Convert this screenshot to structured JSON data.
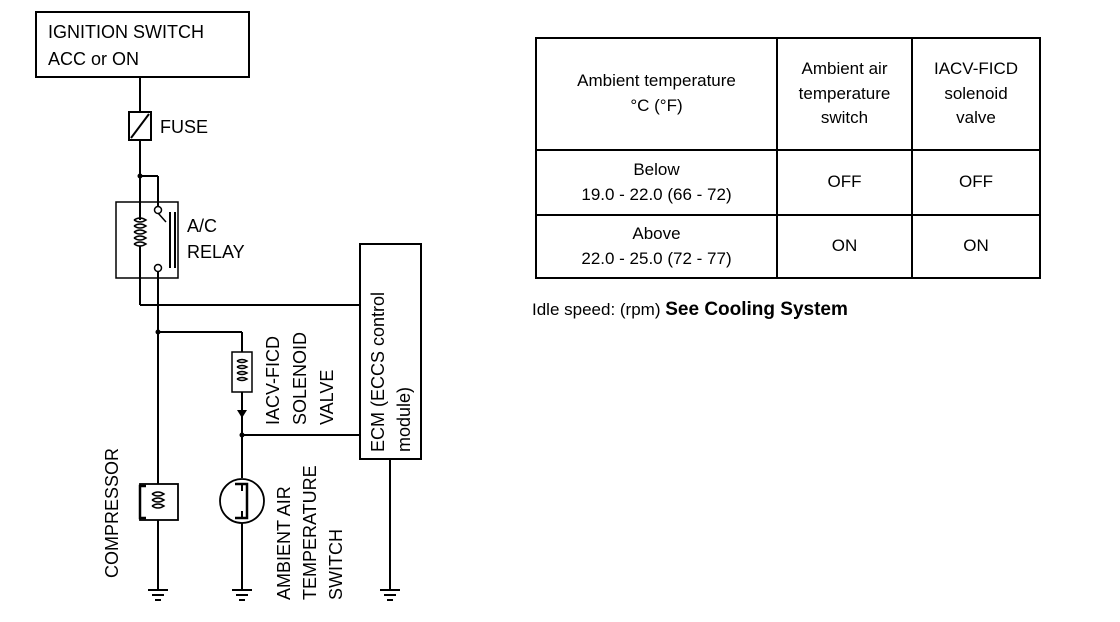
{
  "diagram": {
    "ignition_line1": "IGNITION SWITCH",
    "ignition_line2": "ACC or ON",
    "fuse": "FUSE",
    "relay_line1": "A/C",
    "relay_line2": "RELAY",
    "ecm_line1": "ECM (ECCS control",
    "ecm_line2": "module)",
    "iacv_line1": "IACV-FICD",
    "iacv_line2": "SOLENOID",
    "iacv_line3": "VALVE",
    "compressor": "COMPRESSOR",
    "ambient_line1": "AMBIENT AIR",
    "ambient_line2": "TEMPERATURE",
    "ambient_line3": "SWITCH"
  },
  "table": {
    "headers": [
      [
        "Ambient temperature",
        "°C (°F)"
      ],
      [
        "Ambient air",
        "temperature",
        "switch"
      ],
      [
        "IACV-FICD",
        "solenoid",
        "valve"
      ]
    ],
    "rows": [
      {
        "range": [
          "Below",
          "19.0 - 22.0 (66 - 72)"
        ],
        "switch": "OFF",
        "valve": "OFF"
      },
      {
        "range": [
          "Above",
          "22.0 - 25.0 (72 - 77)"
        ],
        "switch": "ON",
        "valve": "ON"
      }
    ]
  },
  "note": {
    "prefix": "Idle speed: (rpm)",
    "bold": "See Cooling System"
  }
}
